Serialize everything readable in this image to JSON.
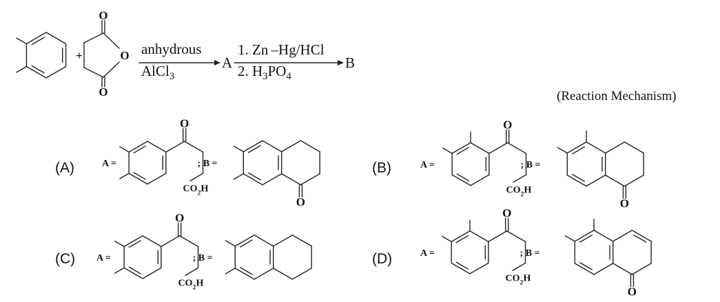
{
  "atoms": {
    "O": "O"
  },
  "reaction": {
    "plus": "+",
    "step1_above": "anhydrous",
    "step1_below": [
      "AlCl",
      "3"
    ],
    "intermediate": "A",
    "step2_above": "1. Zn –Hg/HCl",
    "step2_below": [
      "2. H",
      "3",
      "PO",
      "4"
    ],
    "product": "B"
  },
  "note": "(Reaction Mechanism)",
  "options": [
    {
      "label": "(A)",
      "a_label": "A =",
      "b_label": "; B =",
      "co2h": [
        "CO",
        "2",
        "H"
      ]
    },
    {
      "label": "(B)",
      "a_label": "A =",
      "b_label": "; B =",
      "co2h": [
        "CO",
        "2",
        "H"
      ]
    },
    {
      "label": "(C)",
      "a_label": "A =",
      "b_label": "; B =",
      "co2h": [
        "CO",
        "2",
        "H"
      ]
    },
    {
      "label": "(D)",
      "a_label": "A =",
      "b_label": "; B =",
      "co2h": [
        "CO",
        "2",
        "H"
      ]
    }
  ]
}
